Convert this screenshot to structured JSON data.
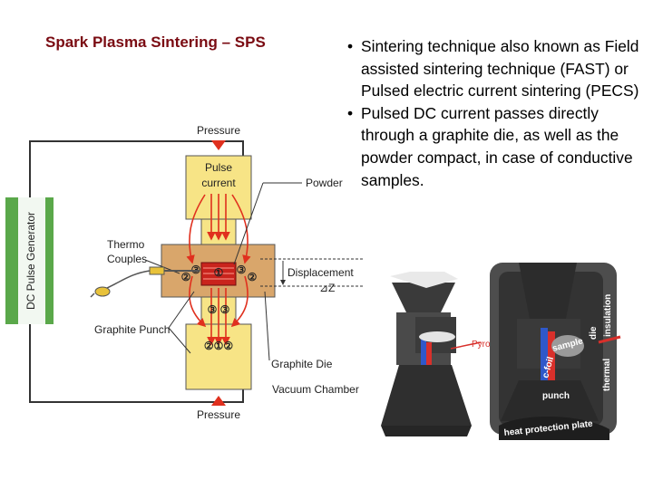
{
  "title": "Spark Plasma Sintering – SPS",
  "bullets": [
    "Sintering technique also known as Field assisted sintering technique (FAST) or Pulsed electric current sintering (PECS)",
    "Pulsed DC current passes directly through a graphite die, as well as the powder compact, in case of conductive samples."
  ],
  "schematic": {
    "generator_label": "DC Pulse Generator",
    "pressure_top": "Pressure",
    "pressure_bottom": "Pressure",
    "pulse_line1": "Pulse",
    "pulse_line2": "current",
    "powder": "Powder",
    "thermo_line1": "Thermo",
    "thermo_line2": "Couples",
    "displacement": "Displacement",
    "dz": "⊿Z",
    "graphite_punch": "Graphite Punch",
    "graphite_die": "Graphite Die",
    "vacuum_chamber": "Vacuum Chamber",
    "markers_top_left": "③",
    "markers_2": "②",
    "markers_1": "①",
    "markers_bottom": "②①②"
  },
  "photo_labels": {
    "pyrometer": "Pyrometer",
    "sample": "sample",
    "c_foil": "c-foil",
    "die": "die",
    "insulation": "insulation",
    "thermal": "thermal",
    "punch": "punch",
    "heat_plate": "heat protection plate"
  },
  "colors": {
    "title": "#7a0b12",
    "generator_green": "#5aa84a",
    "punch_yellow": "#f7e486",
    "die_orange": "#d9a66b",
    "arrow_red": "#e0301e"
  }
}
